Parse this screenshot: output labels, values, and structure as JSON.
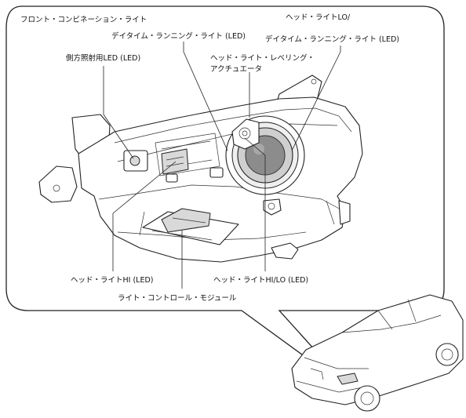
{
  "diagram": {
    "title": "フロント・コンビネーション・ライト",
    "labels": {
      "drl": "デイタイム・ランニング・ライト (LED)",
      "headlight_lo_drl_line1": "ヘッド・ライトLO/",
      "headlight_lo_drl_line2": "デイタイム・ランニング・ライト (LED)",
      "side_marker": "側方照射用LED (LED)",
      "leveling_line1": "ヘッド・ライト・レベリング・",
      "leveling_line2": "アクチュエータ",
      "headlight_hi": "ヘッド・ライトHI (LED)",
      "headlight_hilo": "ヘッド・ライトHI/LO (LED)",
      "control_module": "ライト・コントロール・モジュール"
    }
  }
}
